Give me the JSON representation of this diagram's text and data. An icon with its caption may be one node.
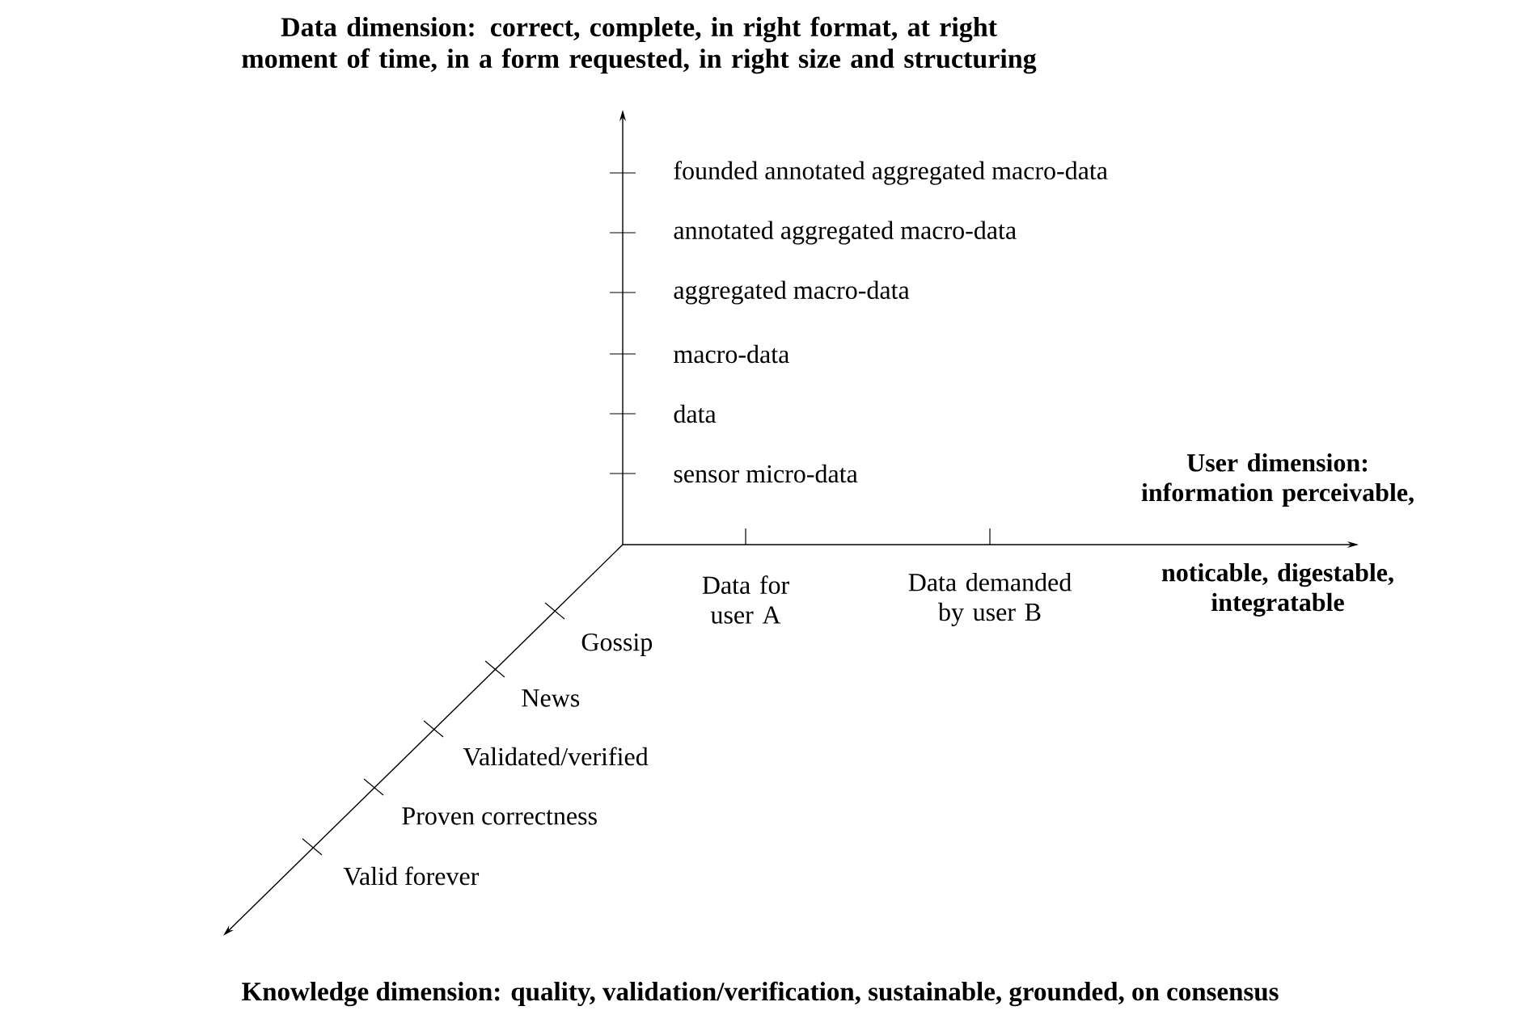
{
  "diagram": {
    "labels": [
      "Data dimension: correct, complete, in right format, at right moment of time, in a form requested, in right size and structuring",
      "founded annotated aggregated macro-data",
      "annotated aggregated macro-data",
      "aggregated macro-data",
      "macro-data",
      "data",
      "sensor micro-data",
      "User dimension: information perceivable,",
      "Data for user A",
      "Data demanded by user B",
      "noticable, digestable, integratable",
      "Gossip",
      "News",
      "Validated/verified",
      "Proven correctness",
      "Valid forever",
      "Knowledge dimension: quality, validation/verification, sustainable, grounded, on consensus"
    ]
  }
}
